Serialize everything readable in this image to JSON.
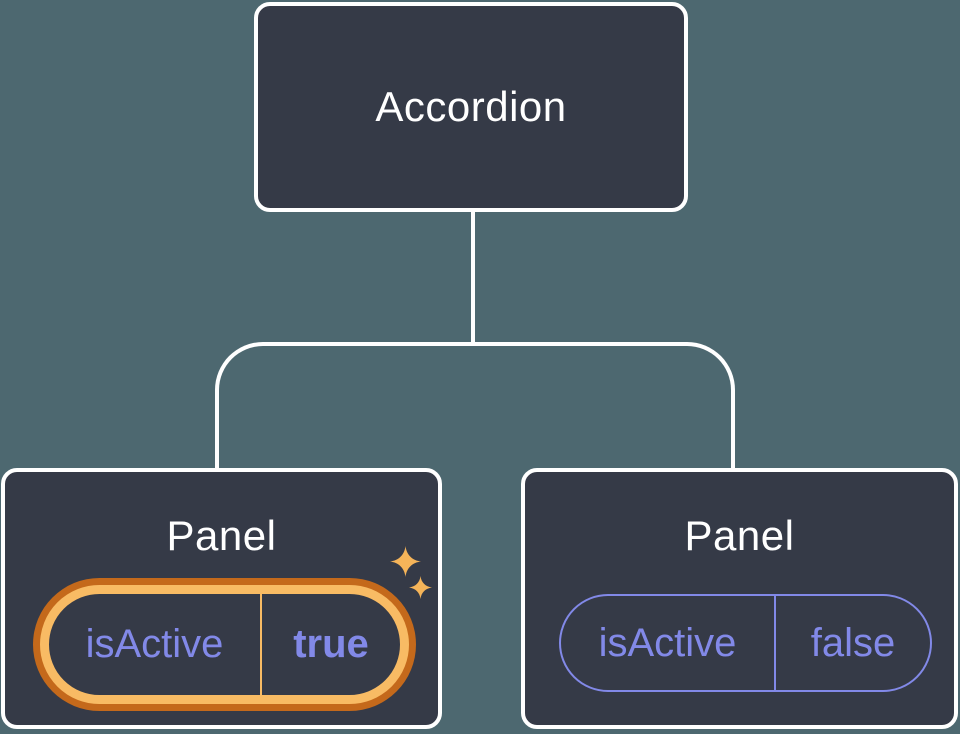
{
  "tree": {
    "root": {
      "label": "Accordion"
    },
    "children": [
      {
        "label": "Panel",
        "state_key": "isActive",
        "state_value": "true",
        "highlighted": true
      },
      {
        "label": "Panel",
        "state_key": "isActive",
        "state_value": "false",
        "highlighted": false
      }
    ]
  },
  "colors": {
    "background": "#4D6870",
    "node_fill": "#353A47",
    "node_border": "#FFFFFF",
    "title_text": "#FFFFFF",
    "state_text": "#8289E8",
    "pill_border_inactive": "#8289E8",
    "highlight_ring_outer": "#C4691B",
    "highlight_ring_inner": "#F8BB64",
    "highlight_divider": "#F8BB64",
    "sparkle": "#F5B459",
    "connector": "#FFFFFF"
  }
}
